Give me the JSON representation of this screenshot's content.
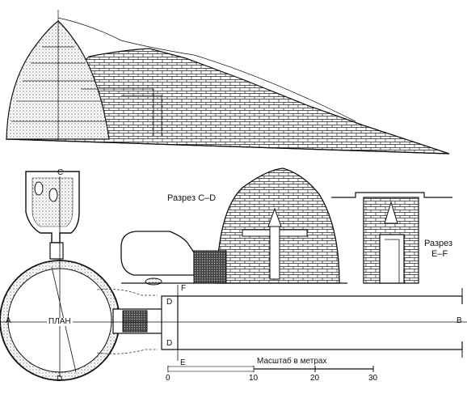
{
  "labels": {
    "section_cd": "Разрез C–D",
    "section_ef_line1": "Разрез",
    "section_ef_line2": "E–F",
    "plan": "ПЛАН",
    "point_a": "A",
    "point_b": "B",
    "point_c": "C",
    "point_d_bottom": "D",
    "point_d_upper": "D",
    "point_d_lower": "D",
    "point_e": "E",
    "point_f": "F"
  },
  "scale": {
    "title": "Масштаб в метрах",
    "ticks": [
      "0",
      "10",
      "20",
      "30"
    ]
  },
  "colors": {
    "ink": "#111111",
    "paper": "#ffffff",
    "hatch": "#333333"
  }
}
